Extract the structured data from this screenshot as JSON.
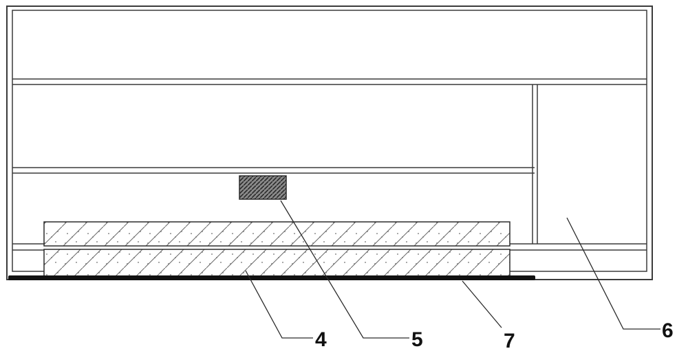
{
  "diagram": {
    "callouts": [
      {
        "id": "4",
        "label": "4"
      },
      {
        "id": "5",
        "label": "5"
      },
      {
        "id": "7",
        "label": "7"
      },
      {
        "id": "6",
        "label": "6"
      }
    ]
  },
  "colors": {
    "background": "#ffffff",
    "line": "#3a3a3a",
    "base_plate": "#111111",
    "hatch_block": "#555555",
    "slab_outline": "#2b2b2b"
  }
}
